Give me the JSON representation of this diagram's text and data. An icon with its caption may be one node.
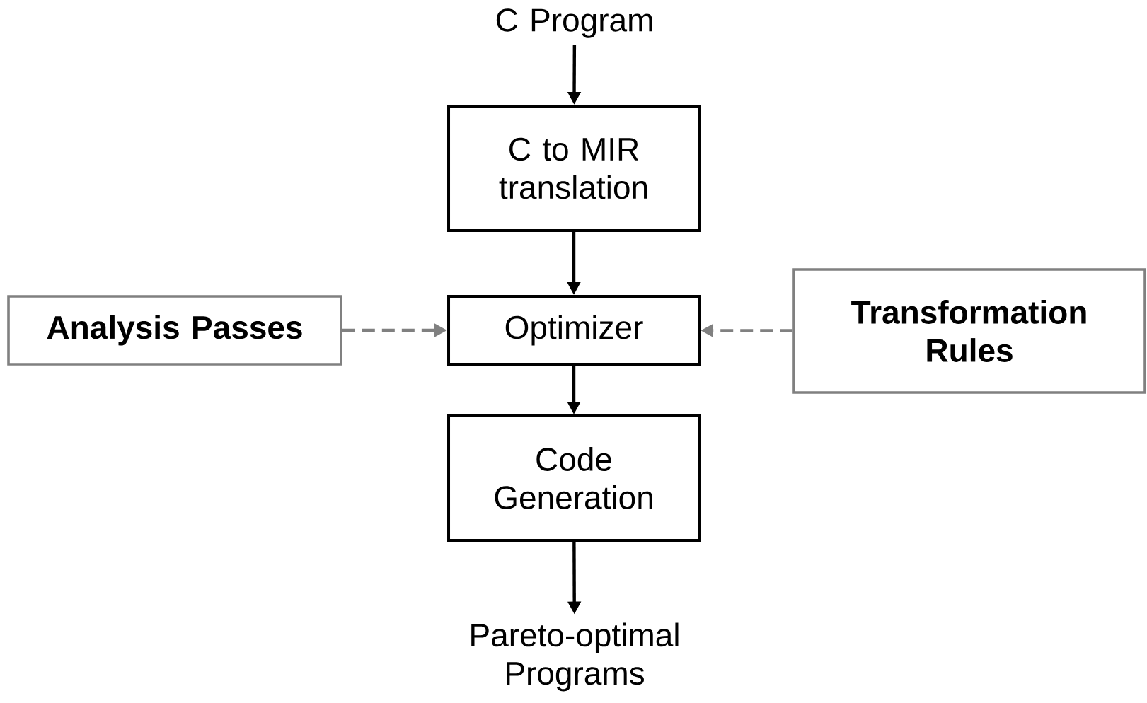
{
  "diagram": {
    "nodes": [
      {
        "text": [
          "C Program"
        ]
      },
      {
        "text": [
          "C to MIR translation"
        ]
      },
      {
        "text": [
          "Optimizer"
        ]
      },
      {
        "text": [
          "Code Generation"
        ]
      },
      {
        "text": [
          "Pareto-optimal Programs"
        ]
      },
      {
        "text": [
          "Analysis Passes"
        ]
      },
      {
        "text": [
          "Transformation Rules"
        ]
      }
    ],
    "edges": [
      {
        "from": 0,
        "to": 1,
        "arrow": "to"
      },
      {
        "from": 1,
        "to": 2,
        "arrow": "to"
      },
      {
        "from": 2,
        "to": 3,
        "arrow": "to"
      },
      {
        "from": 3,
        "to": 4,
        "arrow": "to"
      },
      {
        "from": 5,
        "to": 2,
        "arrow": "to",
        "style": "dashed",
        "color": "#808080"
      },
      {
        "from": 6,
        "to": 2,
        "arrow": "to",
        "style": "dashed",
        "color": "#808080"
      }
    ]
  }
}
